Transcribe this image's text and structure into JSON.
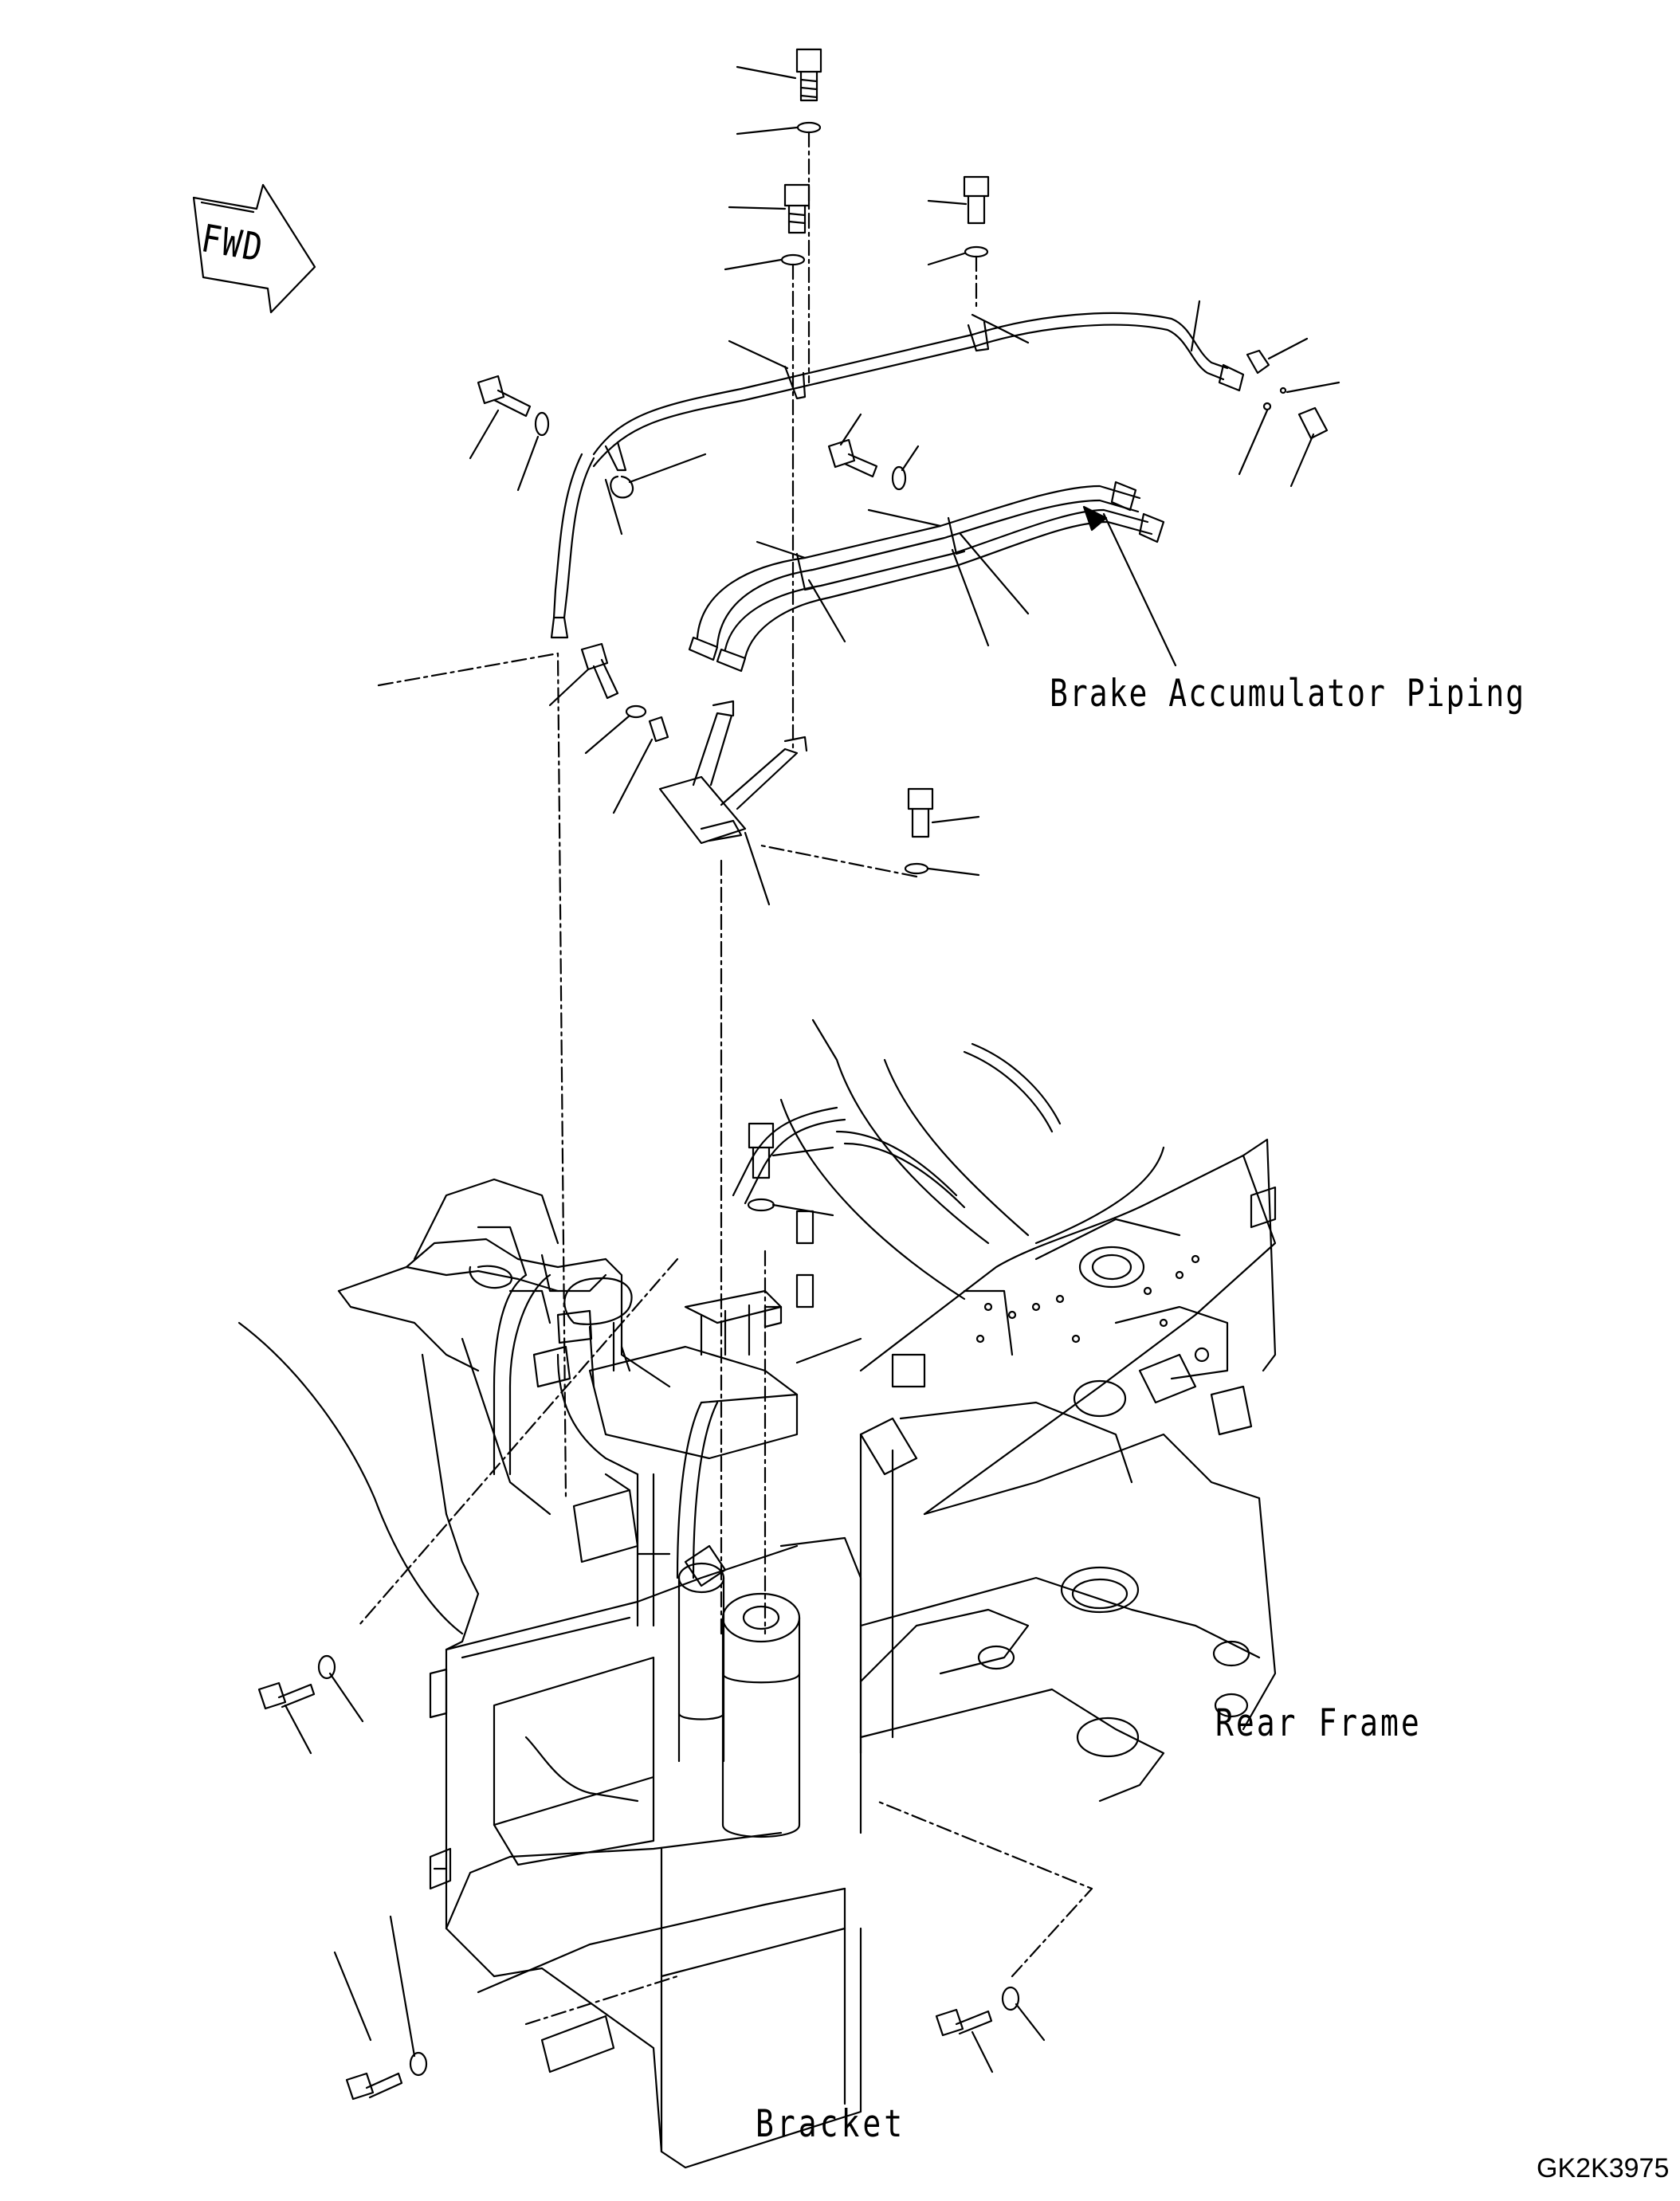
{
  "labels": {
    "fwd": "FWD",
    "brake_accumulator_piping": "Brake Accumulator Piping",
    "rear_frame": "Rear Frame",
    "bracket": "Bracket",
    "drawing_code": "GK2K3975"
  },
  "colors": {
    "ink": "#000000",
    "paper": "#ffffff"
  }
}
